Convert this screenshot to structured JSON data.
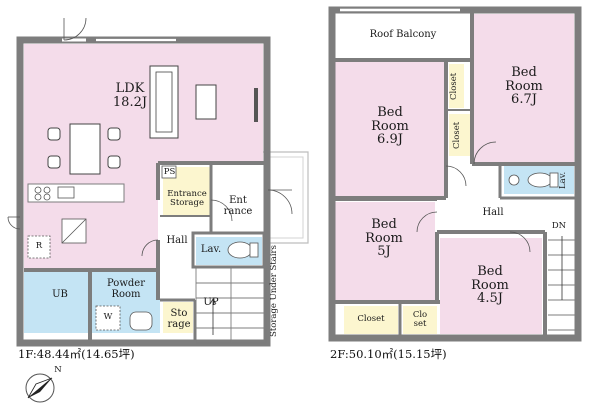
{
  "floor1": {
    "area_label": "1F:48.44㎡(14.65坪)",
    "rooms": {
      "ldk": "LDK\n18.2J",
      "entrance_storage": "Entrance\nStorage",
      "entrance": "Ent\nrance",
      "hall": "Hall",
      "ub": "UB",
      "powder_room": "Powder\nRoom",
      "storage": "Sto\nrage",
      "lav": "Lav.",
      "storage_under_stairs": "Storage Under Stairs",
      "up": "UP",
      "ps": "PS",
      "w": "W",
      "r": "R"
    }
  },
  "floor2": {
    "area_label": "2F:50.10㎡(15.15坪)",
    "rooms": {
      "roof_balcony": "Roof Balcony",
      "bed_6_9": "Bed\nRoom\n6.9J",
      "bed_6_7": "Bed\nRoom\n6.7J",
      "bed_5": "Bed\nRoom\n5J",
      "bed_4_5": "Bed\nRoom\n4.5J",
      "closet_a": "Closet",
      "closet_b": "Closet",
      "closet_c": "Closet",
      "closet_d": "Clo\nset",
      "hall": "Hall",
      "lav": "Lav.",
      "dn": "DN"
    }
  },
  "compass": {
    "north": "N"
  },
  "colors": {
    "wall": "#7d7d7d",
    "room_pink": "#f4dcea",
    "room_blue": "#c4e4f4",
    "room_yellow": "#fcf6cf",
    "floor_white": "#ffffff"
  }
}
